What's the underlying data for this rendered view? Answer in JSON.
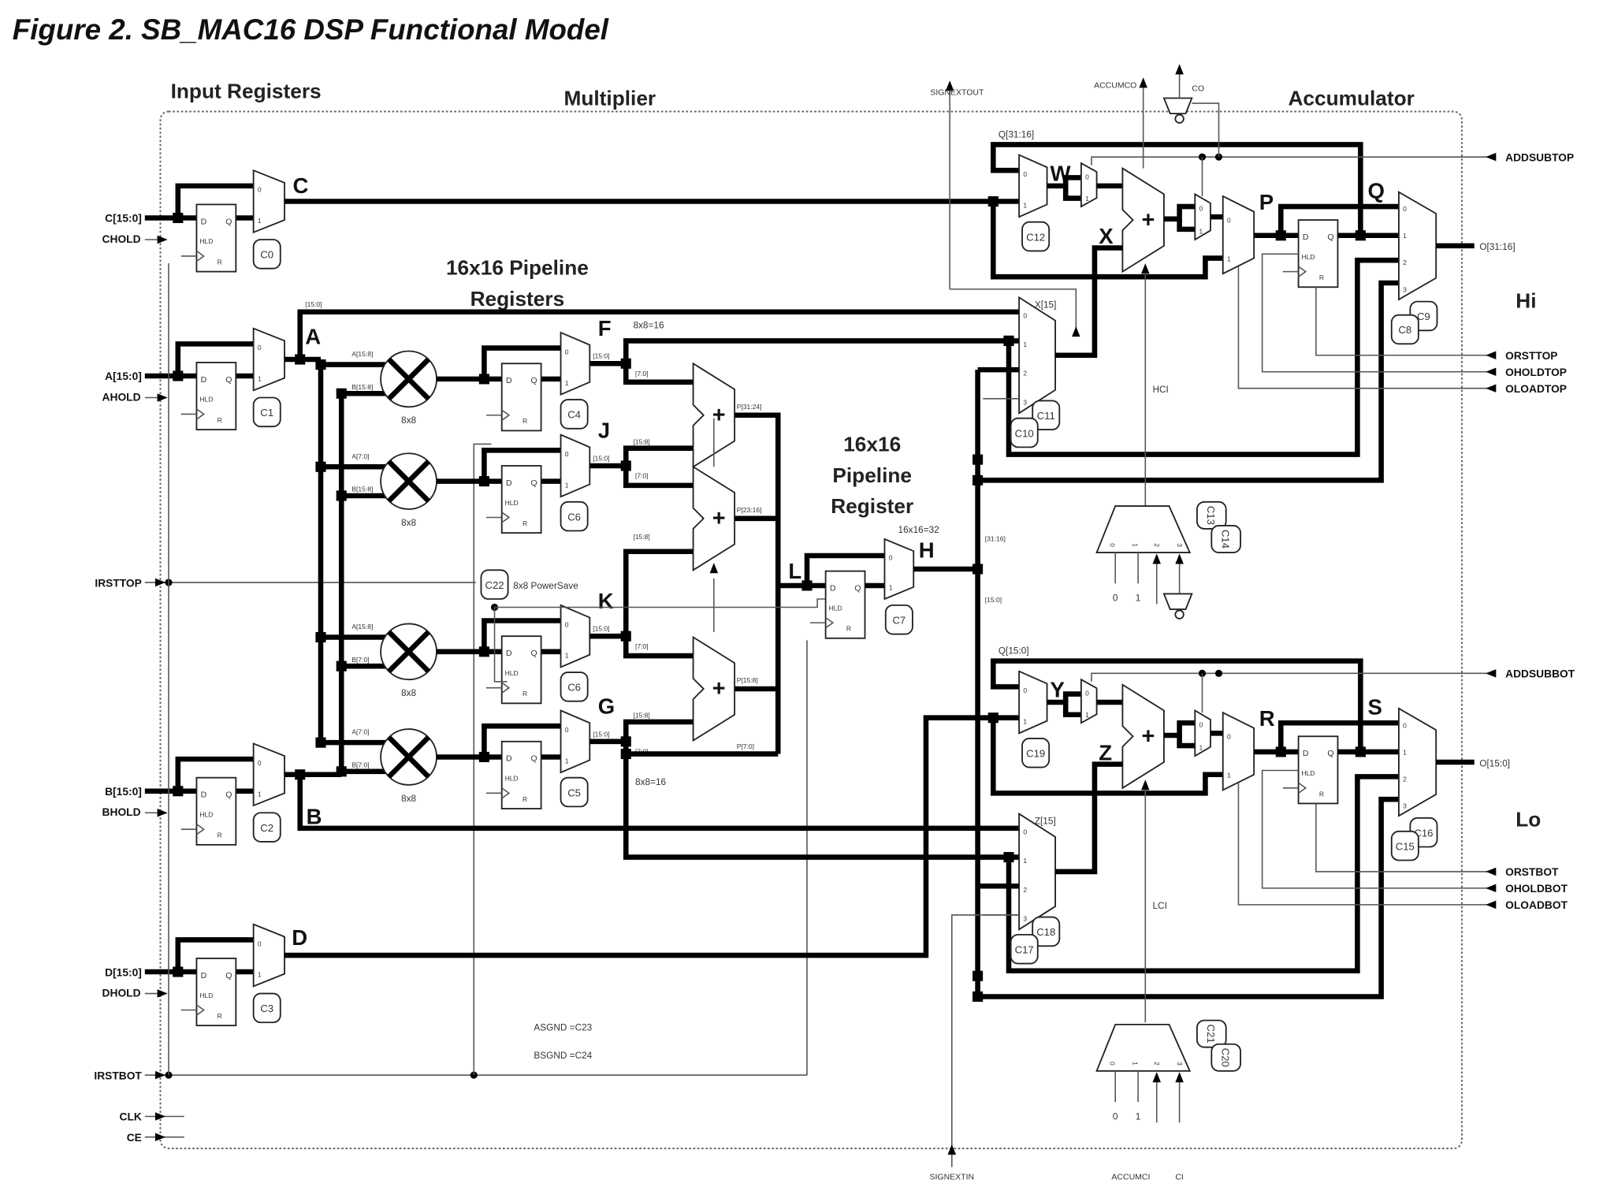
{
  "title": "Figure 2. SB_MAC16 DSP Functional Model",
  "sections": {
    "input_registers": "Input Registers",
    "multiplier": "Multiplier",
    "accumulator": "Accumulator",
    "hi": "Hi",
    "lo": "Lo",
    "pipeline_registers_1": "16x16 Pipeline",
    "pipeline_registers_2": "Registers",
    "pipeline_register_1": "16x16",
    "pipeline_register_2": "Pipeline",
    "pipeline_register_3": "Register"
  },
  "register_pins": {
    "d": "D",
    "q": "Q",
    "hld": "HLD",
    "r": "R"
  },
  "mux_inputs": [
    "0",
    "1",
    "2",
    "3"
  ],
  "adder_symbol": "+",
  "inputs": [
    {
      "bus": "C[15:0]",
      "hold": "CHOLD",
      "mux": "C",
      "ctrl": "C0"
    },
    {
      "bus": "A[15:0]",
      "hold": "AHOLD",
      "mux": "A",
      "ctrl": "C1"
    },
    {
      "bus": "B[15:0]",
      "hold": "BHOLD",
      "mux": "B",
      "ctrl": "C2"
    },
    {
      "bus": "D[15:0]",
      "hold": "DHOLD",
      "mux": "D",
      "ctrl": "C3"
    }
  ],
  "global_signals": {
    "irsttop": "IRSTTOP",
    "irstbot": "IRSTBOT",
    "clk": "CLK",
    "ce": "CE"
  },
  "a_bus_label": "[15:0]",
  "multiplier": {
    "products": [
      {
        "a": "A[15:8]",
        "b": "B[15:8]",
        "size": "8x8",
        "mux": "F",
        "ctrl": "C4",
        "hi": "[15:0]",
        "lo": "[7:0]"
      },
      {
        "a": "A[7:0]",
        "b": "B[15:8]",
        "size": "8x8",
        "mux": "J",
        "ctrl": "C6",
        "hi": "[15:0]",
        "lo": "[7:0]"
      },
      {
        "a": "A[15:8]",
        "b": "B[7:0]",
        "size": "8x8",
        "mux": "K",
        "ctrl": "C6",
        "hi": "[15:0]",
        "lo": "[7:0]"
      },
      {
        "a": "A[7:0]",
        "b": "B[7:0]",
        "size": "8x8",
        "mux": "G",
        "ctrl": "C5",
        "hi": "[15:0]",
        "lo": "[7:0]"
      }
    ],
    "adder_in_labels": [
      "[15:8]",
      "[15:8]",
      "[15:8]"
    ],
    "sums": [
      "P[31:24]",
      "P[23:16]",
      "P[15:8]",
      "P[7:0]"
    ],
    "width_top": "8x8=16",
    "width_bottom": "8x8=16",
    "powersave_ctrl": "C22",
    "powersave_label": "8x8 PowerSave",
    "l_label": "L",
    "h_label": "H",
    "h_ctrl": "C7",
    "h_width": "16x16=32",
    "h_hi": "[31:16]",
    "h_lo": "[15:0]",
    "asgnd": "ASGND =C23",
    "bsgnd": "BSGND =C24"
  },
  "accumulator": {
    "top": {
      "q_fb": "Q[31:16]",
      "w": "W",
      "x": "X",
      "x15": "X[15]",
      "p": "P",
      "q": "Q",
      "out": "O[31:16]",
      "c_w": "C12",
      "c_a": "C10",
      "c_b": "C11",
      "c_o1": "C8",
      "c_o2": "C9",
      "addsub": "ADDSUBTOP",
      "orst": "ORSTTOP",
      "ohold": "OHOLDTOP",
      "oload": "OLOADTOP",
      "carry": "HCI"
    },
    "bottom": {
      "q_fb": "Q[15:0]",
      "w": "Y",
      "x": "Z",
      "x15": "Z[15]",
      "p": "R",
      "q": "S",
      "out": "O[15:0]",
      "c_w": "C19",
      "c_a": "C17",
      "c_b": "C18",
      "c_o1": "C15",
      "c_o2": "C16",
      "addsub": "ADDSUBBOT",
      "orst": "ORSTBOT",
      "ohold": "OHOLDBOT",
      "oload": "OLOADBOT",
      "carry": "LCI"
    },
    "carry_top": {
      "ctrl1": "C13",
      "ctrl2": "C14",
      "in0": "0",
      "in1": "1"
    },
    "carry_bottom": {
      "ctrl1": "C21",
      "ctrl2": "C20",
      "in0": "0",
      "in1": "1"
    }
  },
  "io": {
    "signextout": "SIGNEXTOUT",
    "accumco": "ACCUMCO",
    "co": "CO",
    "signextin": "SIGNEXTIN",
    "accumci": "ACCUMCI",
    "ci": "CI"
  }
}
